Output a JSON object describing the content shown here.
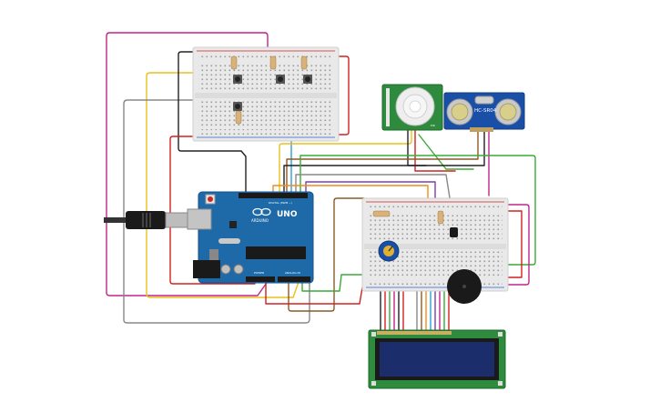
{
  "arduino": {
    "brand": "ARDUINO",
    "model": "UNO",
    "header_label": "DIGITAL (PWM ~)",
    "power_label": "POWER",
    "analog_label": "ANALOG IN"
  },
  "ultrasonic": {
    "label": "HC-SR04"
  },
  "pir": {
    "label": "PIR"
  },
  "colors": {
    "board": "#1e6aa8",
    "breadboard": "#e9e9e9",
    "pcb_green": "#2e8b3e",
    "lcd_screen": "#1b2d6b",
    "wire_red": "#d32020",
    "wire_black": "#222222",
    "wire_yellow": "#e8c21a",
    "wire_blue": "#2a9fd6",
    "wire_green": "#3aaa35",
    "wire_magenta": "#c2258a",
    "wire_gray": "#888888",
    "wire_brown": "#8b5a2b",
    "wire_orange": "#f08c1a",
    "wire_purple": "#7a3fb0"
  }
}
